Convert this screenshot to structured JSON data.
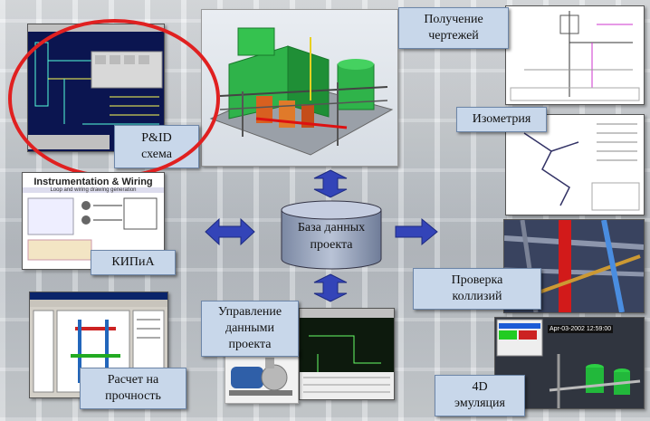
{
  "labels": {
    "pid_line1": "P&ID",
    "pid_line2": "схема",
    "drawings_line1": "Получение",
    "drawings_line2": "чертежей",
    "isometry": "Изометрия",
    "kipia": "КИПиА",
    "collisions_line1": "Проверка",
    "collisions_line2": "коллизий",
    "strength_line1": "Расчет на",
    "strength_line2": "прочность",
    "datamgmt_line1": "Управление",
    "datamgmt_line2": "данными",
    "datamgmt_line3": "проекта",
    "emulation_line1": "4D",
    "emulation_line2": "эмуляция"
  },
  "database": {
    "line1": "База данных",
    "line2": "проекта"
  },
  "instrumentation_card": {
    "title": "Instrumentation & Wiring",
    "subtitle": "Loop and wiring drawing generation"
  },
  "emulation_card": {
    "date": "Apr-03-2002 12:59:00"
  },
  "colors": {
    "label_bg": "#c8d7ea",
    "arrow_fill": "#3344b8",
    "highlight_ring": "#e02020",
    "database_fill": "#9aa7bf"
  }
}
